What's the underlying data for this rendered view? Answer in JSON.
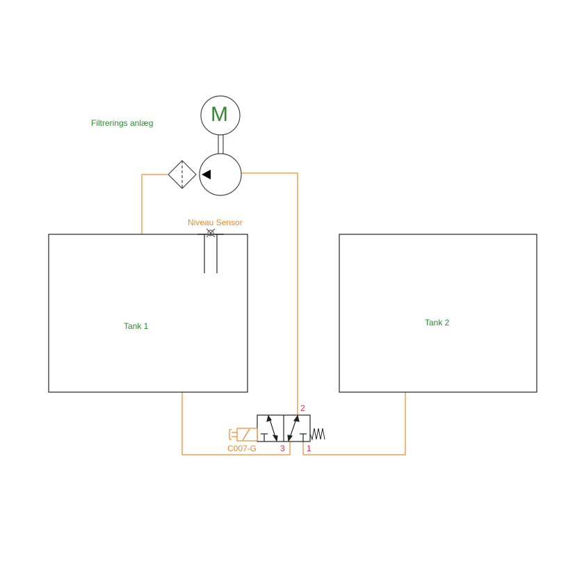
{
  "title": "Filtrerings anlæg",
  "colors": {
    "pipe": "#f0a050",
    "outline": "#222222",
    "label_green": "#2e8b2e",
    "label_orange": "#e8892a",
    "port_red": "#d9304f"
  },
  "components": {
    "motor": {
      "symbol": "M"
    },
    "pump": {
      "icon": "pump-icon"
    },
    "filter": {
      "icon": "filter-icon"
    },
    "level_sensor": {
      "label": "Niveau Sensor"
    },
    "tank1": {
      "label": "Tank 1"
    },
    "tank2": {
      "label": "Tank 2"
    },
    "valve": {
      "solenoid_label": "C007-G",
      "ports": {
        "p2": "2",
        "p3": "3",
        "p1": "1"
      }
    }
  }
}
